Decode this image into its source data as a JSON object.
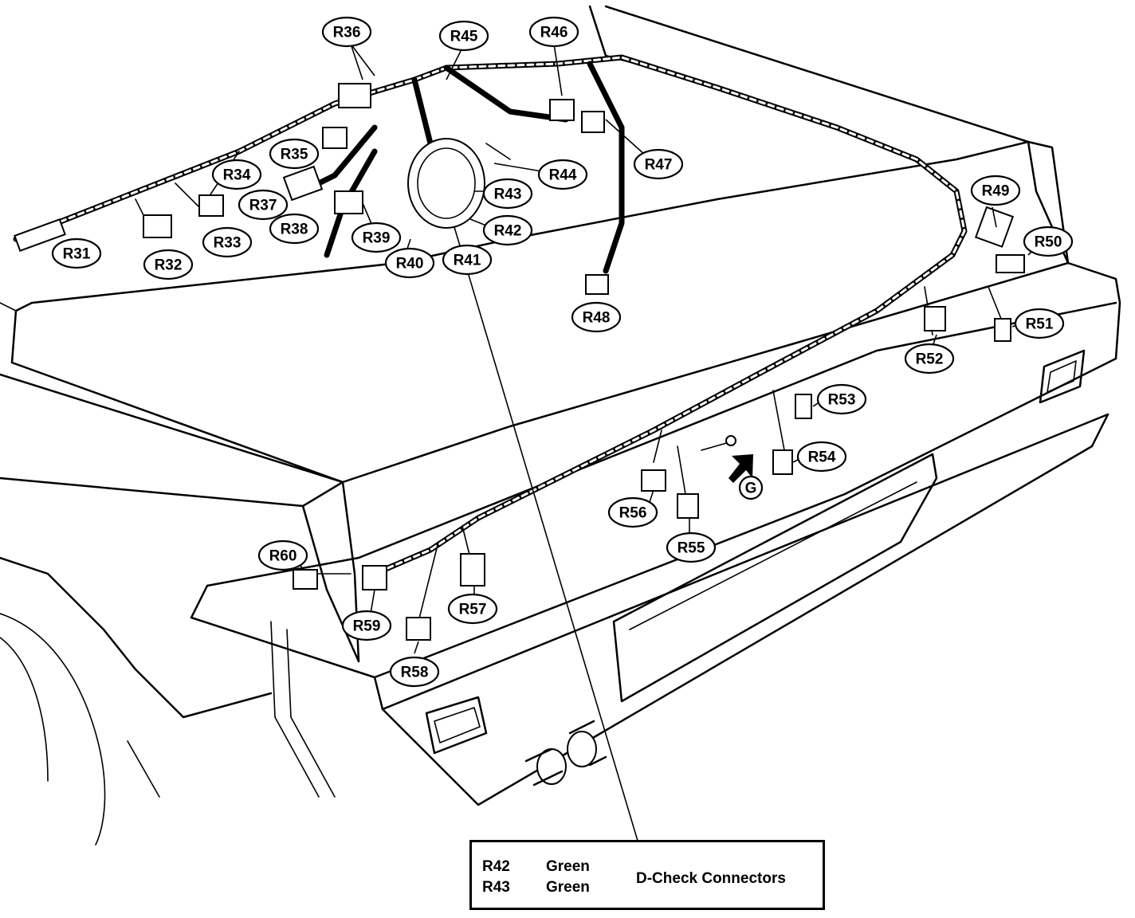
{
  "labels": [
    "R31",
    "R32",
    "R33",
    "R34",
    "R35",
    "R36",
    "R37",
    "R38",
    "R39",
    "R40",
    "R41",
    "R42",
    "R43",
    "R44",
    "R45",
    "R46",
    "R47",
    "R48",
    "R49",
    "R50",
    "R51",
    "R52",
    "R53",
    "R54",
    "R55",
    "R56",
    "R57",
    "R58",
    "R59",
    "R60",
    "G"
  ],
  "legend": {
    "rows": [
      {
        "connector": "R42",
        "color": "Green"
      },
      {
        "connector": "R43",
        "color": "Green"
      }
    ],
    "description": "D-Check Connectors"
  }
}
